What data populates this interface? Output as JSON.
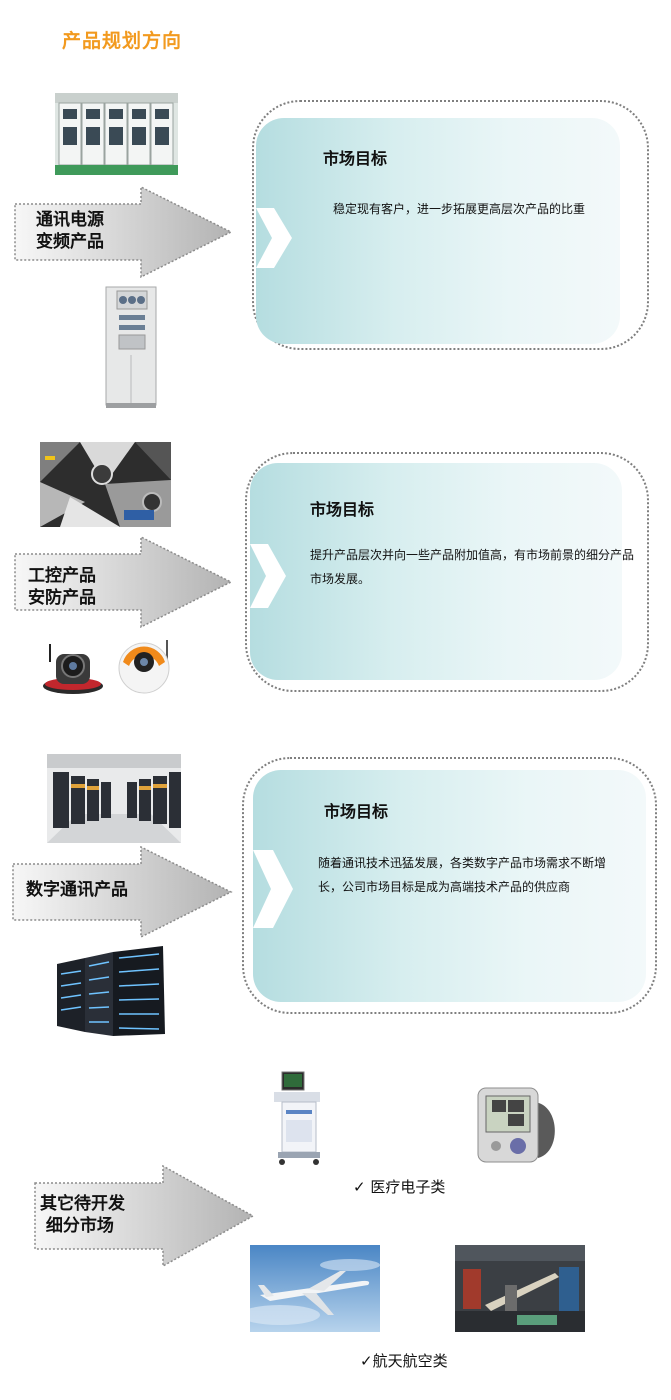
{
  "page": {
    "title": "产品规划方向"
  },
  "sections": [
    {
      "arrow_label": "通讯电源\n变频产品",
      "panel_title": "市场目标",
      "panel_text": "稳定现有客户，进一步拓展更高层次产品的比重"
    },
    {
      "arrow_label": "工控产品\n安防产品",
      "panel_title": "市场目标",
      "panel_text": "提升产品层次并向一些产品附加值高，有市场前景的细分产品市场发展。"
    },
    {
      "arrow_label": "数字通讯产品",
      "panel_title": "市场目标",
      "panel_text": "随着通讯技术迅猛发展，各类数字产品市场需求不断增长，公司市场目标是成为高端技术产品的供应商"
    },
    {
      "arrow_label": "其它待开发\n 细分市场"
    }
  ],
  "categories": {
    "medical": "✓ 医疗电子类",
    "aerospace": "✓航天航空类"
  },
  "colors": {
    "title_orange": "#f29a1f",
    "arrow_grey": "#bfbfbf",
    "panel_teal": "#b5dde0"
  }
}
